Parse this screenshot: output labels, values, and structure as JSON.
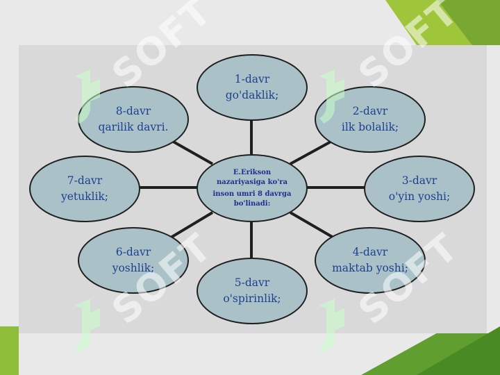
{
  "center": {
    "lines": [
      "E.Erikson",
      "nazariyasiga ko'ra",
      "inson umri 8 davrga",
      "bo'linadi:"
    ]
  },
  "nodes": [
    {
      "period": "1-davr",
      "label": "go'daklik;"
    },
    {
      "period": "2-davr",
      "label": "ilk bolalik;"
    },
    {
      "period": "3-davr",
      "label": "o'yin yoshi;"
    },
    {
      "period": "4-davr",
      "label": "maktab yoshi;"
    },
    {
      "period": "5-davr",
      "label": "o'spirinlik;"
    },
    {
      "period": "6-davr",
      "label": "yoshlik;"
    },
    {
      "period": "7-davr",
      "label": "yetuklik;"
    },
    {
      "period": "8-davr",
      "label": "qarilik davri."
    }
  ],
  "watermark": "SOFT",
  "colors": {
    "node_fill": "#a9c1c7",
    "text": "#1f3f8f",
    "accent_green": "#5f9e2f",
    "panel": "#d9d9d9"
  }
}
